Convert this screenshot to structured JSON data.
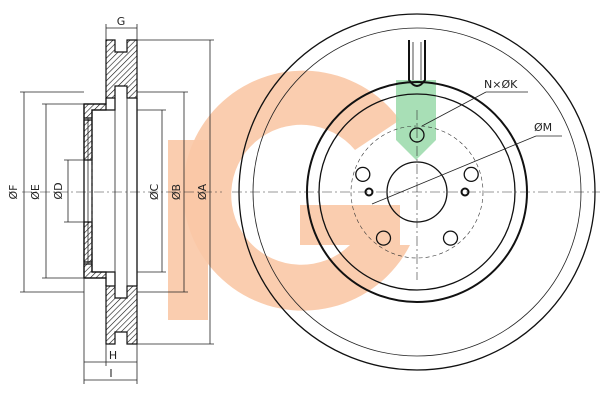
{
  "section_view": {
    "dimension_labels": {
      "G": "G",
      "F": "ØF",
      "E": "ØE",
      "D": "ØD",
      "C": "ØC",
      "B": "ØB",
      "A": "ØA",
      "H": "H",
      "I": "I"
    }
  },
  "front_view": {
    "bolt_hole_callout": "N×ØK",
    "pcd_callout": "ØM",
    "bolt_hole_count": 5,
    "small_hole_count": 2
  },
  "watermark": {
    "colors": {
      "orange": "#f9c8a6",
      "green": "#9fdcae"
    }
  },
  "colors": {
    "line": "#111111",
    "background": "#ffffff"
  }
}
